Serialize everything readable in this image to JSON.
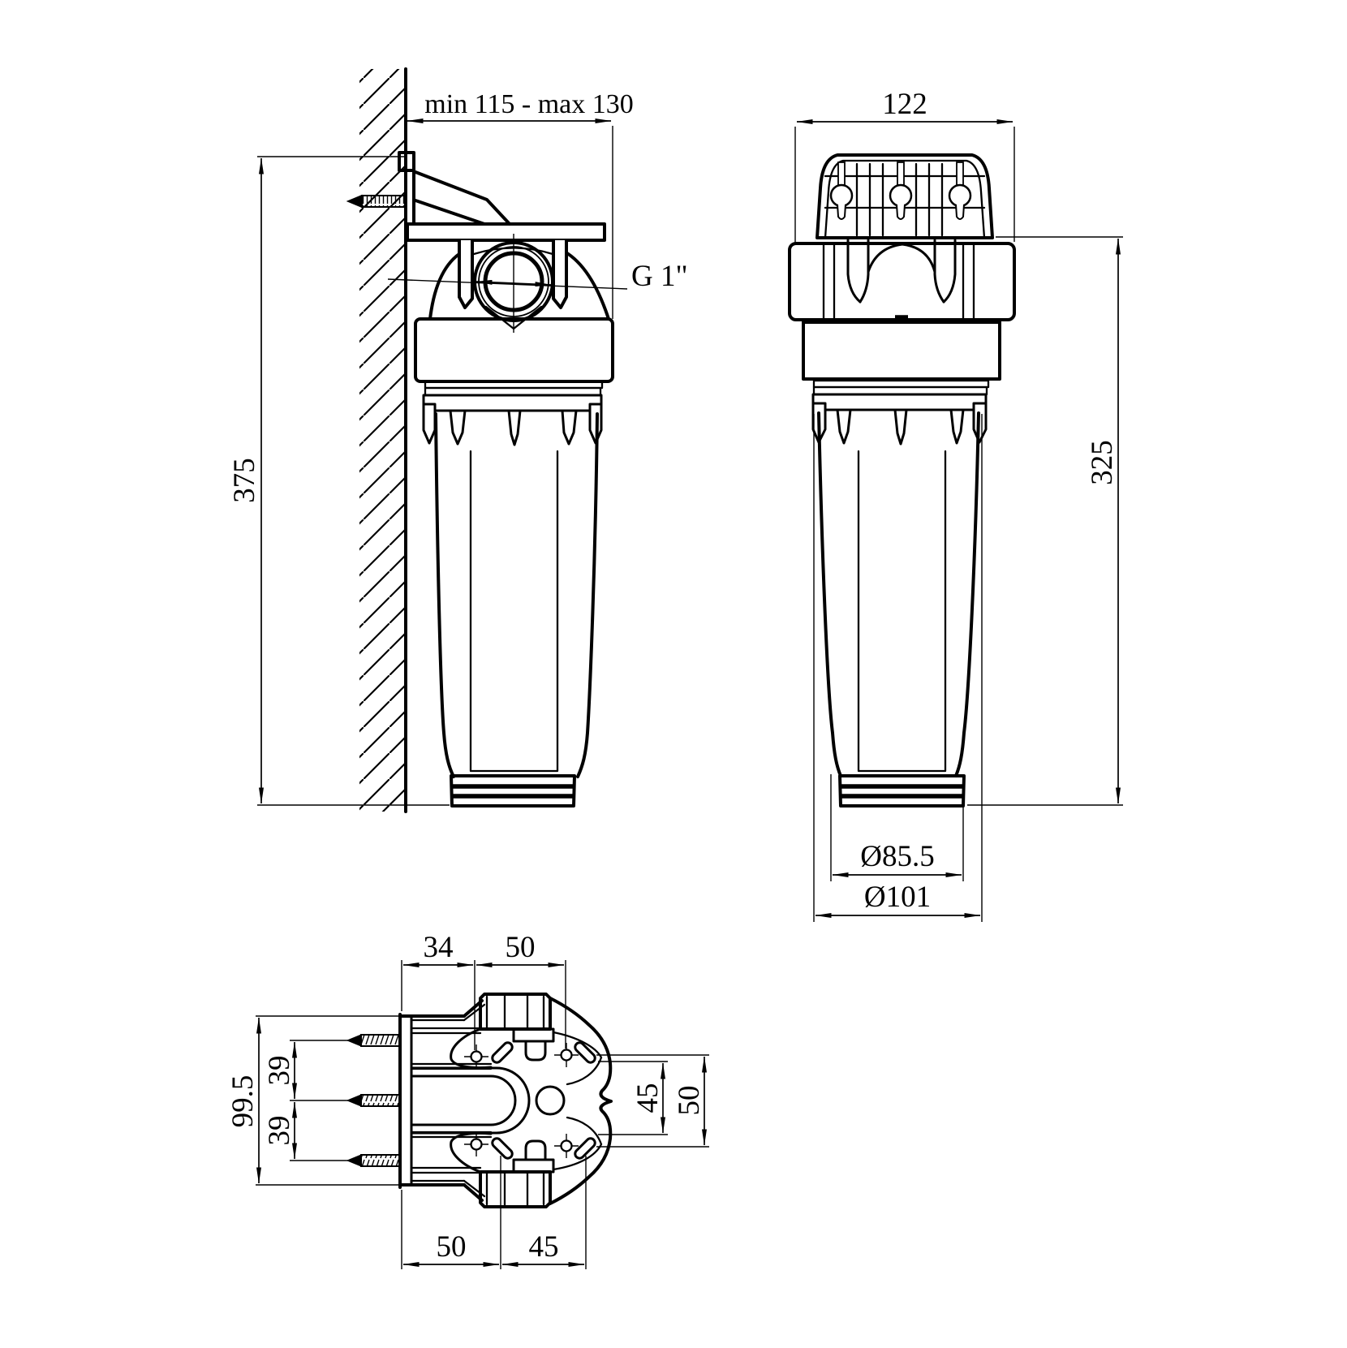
{
  "drawing": {
    "background": "#ffffff",
    "line_color": "#000000",
    "side_view": {
      "mount_depth_label": "min 115 - max 130",
      "height_label": "375",
      "port_thread_label": "G 1\""
    },
    "front_view": {
      "width_label": "122",
      "height_label": "325",
      "bowl_diameter_label": "Ø85.5",
      "ring_diameter_label": "Ø101"
    },
    "bottom_view": {
      "top_offset_label": "34",
      "top_span_label": "50",
      "plate_height_label": "99.5",
      "screw_gap_upper_label": "39",
      "screw_gap_lower_label": "39",
      "right_inner_label": "45",
      "right_outer_label": "50",
      "bottom_left_label": "50",
      "bottom_right_label": "45"
    }
  }
}
